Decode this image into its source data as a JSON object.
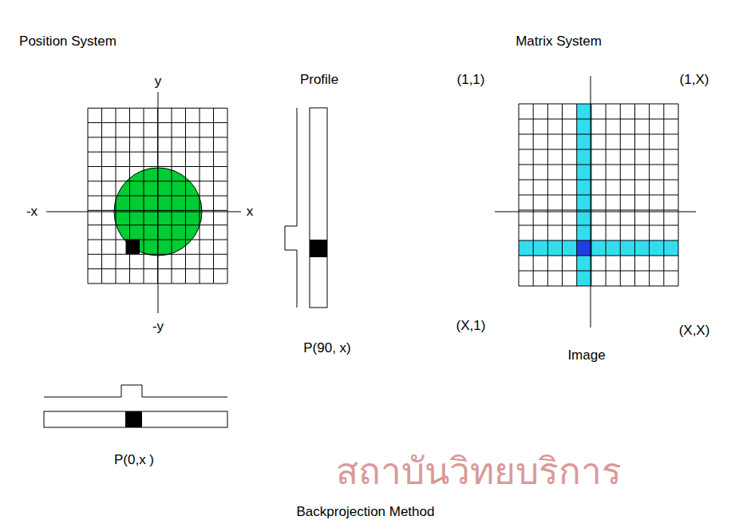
{
  "diagram": {
    "caption": "Backprojection Method",
    "labels": [
      "Position System",
      "Matrix System",
      "y",
      "-x",
      "x",
      "-y",
      "Profile",
      "(1,1)",
      "(1,X)",
      "(X,1)",
      "(X,X)",
      "Image",
      "P(90, x)",
      "P(0,x )",
      "สถาบันวิทยบริการ"
    ]
  }
}
